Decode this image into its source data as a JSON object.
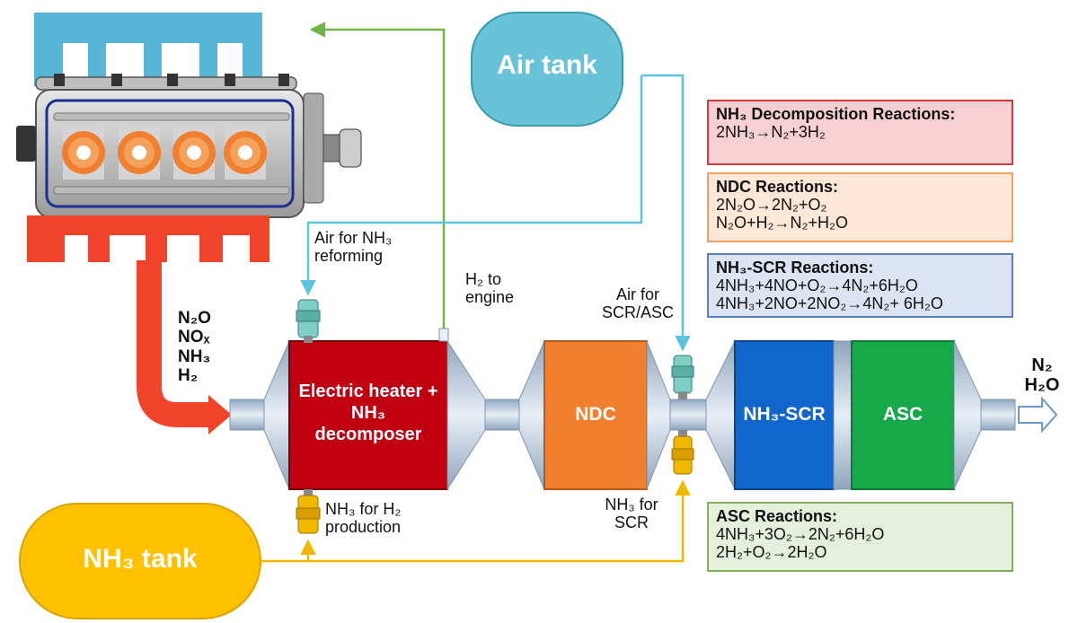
{
  "tanks": {
    "air": "Air tank",
    "nh3": "NH₃ tank"
  },
  "components": {
    "decomposer": [
      "Electric heater +",
      "NH₃",
      "decomposer"
    ],
    "ndc": "NDC",
    "scr": "NH₃-SCR",
    "asc": "ASC"
  },
  "flows": {
    "exhaust_species": [
      "N₂O",
      "NOₓ",
      "NH₃",
      "H₂"
    ],
    "air_reforming": [
      "Air for NH₃",
      "reforming"
    ],
    "h2_to_engine": [
      "H₂ to",
      "engine"
    ],
    "air_scr_asc": [
      "Air for",
      "SCR/ASC"
    ],
    "nh3_h2_production": [
      "NH₃ for H₂",
      "production"
    ],
    "nh3_scr": [
      "NH₃ for",
      "SCR"
    ],
    "outlet": [
      "N₂",
      "H₂O"
    ]
  },
  "reactions": {
    "decomposition": {
      "title": "NH₃ Decomposition Reactions:",
      "lines": [
        "2NH₃→N₂+3H₂"
      ]
    },
    "ndc": {
      "title": "NDC Reactions:",
      "lines": [
        "2N₂O→2N₂+O₂",
        "N₂O+H₂→N₂+H₂O"
      ]
    },
    "scr": {
      "title": "NH₃-SCR Reactions:",
      "lines": [
        "4NH₃+4NO+O₂→4N₂+6H₂O",
        "4NH₃+2NO+2NO₂→4N₂+ 6H₂O"
      ]
    },
    "asc": {
      "title": "ASC Reactions:",
      "lines": [
        "4NH₃+3O₂→2N₂+6H₂O",
        "2H₂+O₂→2H₂O"
      ]
    }
  },
  "colors": {
    "engine_intake": "#56b6d3",
    "exhaust": "#f0442a",
    "air_line": "#5bc4dc",
    "h2_line": "#71b544",
    "nh3_line": "#f1b800",
    "decomposer": "#c00010",
    "ndc": "#f07f2f",
    "scr": "#1166cc",
    "asc": "#17a84a",
    "air_tank": "#68c3d9",
    "nh3_tank": "#ffc000"
  }
}
